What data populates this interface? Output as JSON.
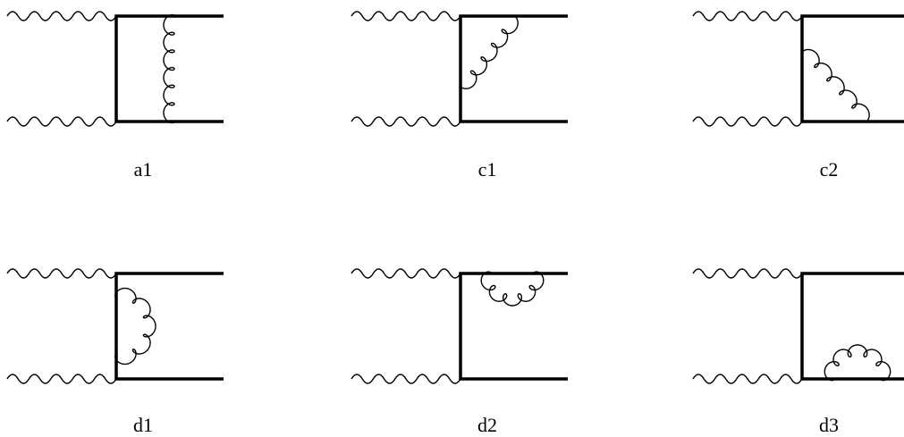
{
  "diagrams": [
    {
      "label": "a1",
      "gluon": "vertical"
    },
    {
      "label": "c1",
      "gluon": "diagonal-up"
    },
    {
      "label": "c2",
      "gluon": "diagonal-down"
    },
    {
      "label": "d1",
      "gluon": "self-energy-left"
    },
    {
      "label": "d2",
      "gluon": "self-energy-top"
    },
    {
      "label": "d3",
      "gluon": "self-energy-bottom"
    }
  ],
  "colors": {
    "line": "#000000",
    "background": "#ffffff"
  }
}
